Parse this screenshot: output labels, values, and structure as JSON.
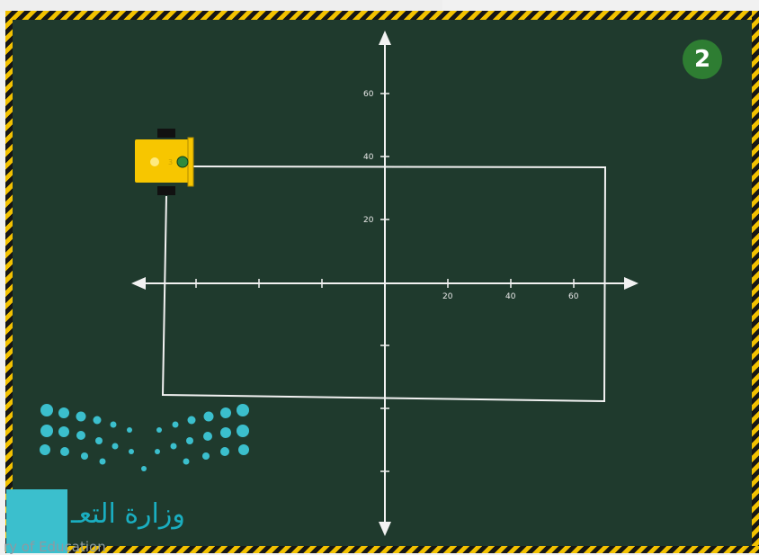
{
  "step_badge": "2",
  "coordinate_plane": {
    "y_tick_labels": [
      "60",
      "40",
      "20"
    ],
    "x_tick_labels": [
      "20",
      "40",
      "60"
    ]
  },
  "robot": {
    "label": "3",
    "color": "#f7c600",
    "sensor_color": "#2e8b3e"
  },
  "colors": {
    "board": "#1f3a2d",
    "hazard_yellow": "#f2c100",
    "badge_green": "#2e7d32",
    "logo_teal": "#3bbfcd"
  },
  "ministry_logo": {
    "arabic_text": "وزارة التعـ",
    "english_text": "ry of Education"
  }
}
